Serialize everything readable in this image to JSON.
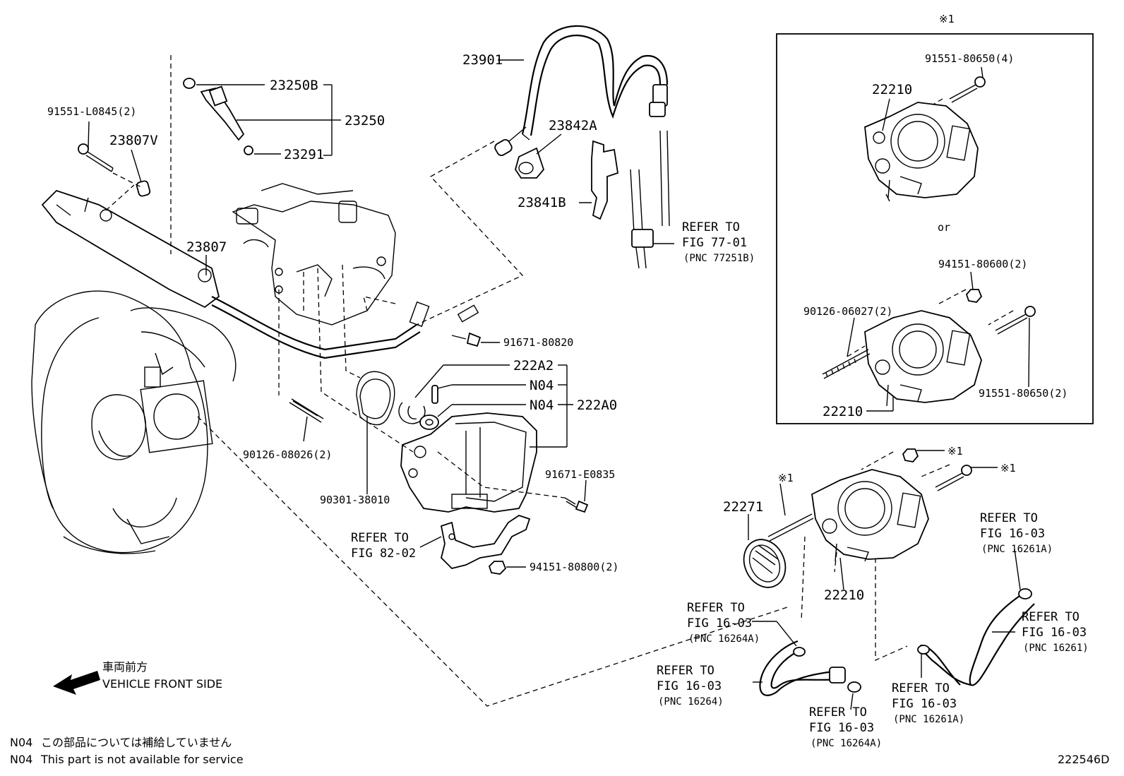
{
  "diagram_id": "222546D",
  "labels": {
    "p23250B": "23250B",
    "p23250": "23250",
    "p23291": "23291",
    "p91551L0845": "91551-L0845(2)",
    "p23807V": "23807V",
    "p23807": "23807",
    "p23901": "23901",
    "p23842A": "23842A",
    "p23841B": "23841B",
    "p91671_80820": "91671-80820",
    "p222A2": "222A2",
    "pN04a": "N04",
    "pN04b": "N04",
    "p222A0": "222A0",
    "p90126_08026": "90126-08026(2)",
    "p90301_38010": "90301-38010",
    "p91671_E0835": "91671-E0835",
    "p94151_80800": "94151-80800(2)",
    "p22271": "22271",
    "p22210_main": "22210",
    "box_note": "※1",
    "box_91551_80650_4": "91551-80650(4)",
    "box_22210_a": "22210",
    "box_or": "or",
    "box_94151_80600": "94151-80600(2)",
    "box_90126_06027": "90126-06027(2)",
    "box_91551_80650_2": "91551-80650(2)",
    "box_22210_b": "22210",
    "note1_a": "※1",
    "note1_b": "※1",
    "note1_c": "※1"
  },
  "refs": {
    "r77": {
      "l1": "REFER TO",
      "l2": "FIG 77-01",
      "pnc": "(PNC 77251B)"
    },
    "r82": {
      "l1": "REFER TO",
      "l2": "FIG 82-02"
    },
    "r16_261A_top": {
      "l1": "REFER TO",
      "l2": "FIG 16-03",
      "pnc": "(PNC 16261A)"
    },
    "r16_264A_mid": {
      "l1": "REFER TO",
      "l2": "FIG 16-03",
      "pnc": "(PNC 16264A)"
    },
    "r16_261": {
      "l1": "REFER TO",
      "l2": "FIG 16-03",
      "pnc": "(PNC 16261)"
    },
    "r16_264": {
      "l1": "REFER TO",
      "l2": "FIG 16-03",
      "pnc": "(PNC 16264)"
    },
    "r16_261A_bot": {
      "l1": "REFER TO",
      "l2": "FIG 16-03",
      "pnc": "(PNC 16261A)"
    },
    "r16_264A_bot": {
      "l1": "REFER TO",
      "l2": "FIG 16-03",
      "pnc": "(PNC 16264A)"
    }
  },
  "direction": {
    "jp": "車両前方",
    "en": "VEHICLE FRONT SIDE"
  },
  "footnotes": [
    {
      "code": "N04",
      "text": "この部品については補給していません"
    },
    {
      "code": "N04",
      "text": "This part is not available for service"
    }
  ]
}
